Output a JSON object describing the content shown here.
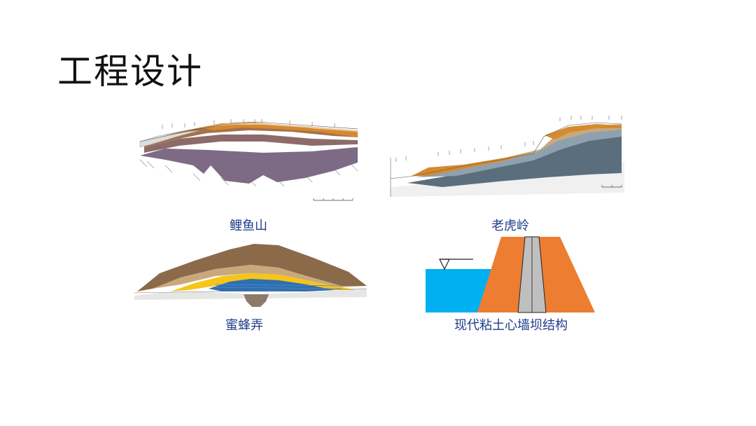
{
  "slide": {
    "title": "工程设计"
  },
  "figures": [
    {
      "id": "liyushan",
      "caption": "鲤鱼山"
    },
    {
      "id": "laohuling",
      "caption": "老虎岭"
    },
    {
      "id": "mifengnong",
      "caption": "蜜蜂弄"
    },
    {
      "id": "modern",
      "caption": "现代粘土心墙坝结构"
    }
  ],
  "colors": {
    "caption": "#1f3c88",
    "water": "#00b0f0",
    "shell": "#ed7d31",
    "core": "#bfbfbf"
  }
}
